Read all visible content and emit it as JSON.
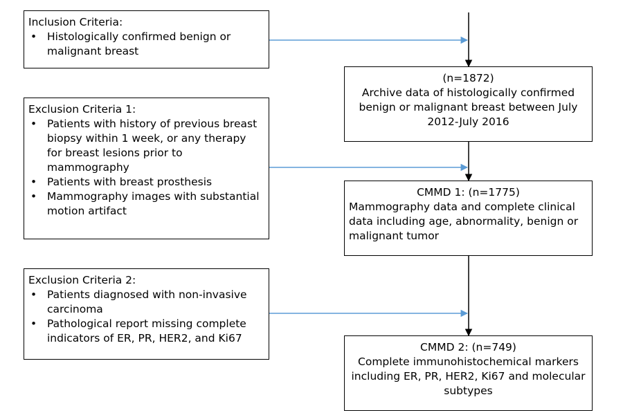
{
  "inclusion": {
    "heading": "Inclusion Criteria:",
    "items": [
      "Histologically confirmed benign or malignant breast"
    ]
  },
  "exclusion1": {
    "heading": "Exclusion Criteria 1:",
    "items": [
      "Patients with history of previous breast biopsy within 1 week, or any therapy for breast lesions prior to mammography",
      "Patients with breast prosthesis",
      "Mammography images with substantial motion artifact"
    ]
  },
  "exclusion2": {
    "heading": "Exclusion Criteria 2:",
    "items": [
      "Patients diagnosed with non-invasive carcinoma",
      "Pathological report missing complete indicators of ER, PR, HER2, and Ki67"
    ]
  },
  "archive": {
    "count": "(n=1872)",
    "description": "Archive data of histologically confirmed benign or malignant breast between July 2012-July 2016"
  },
  "cmmd1": {
    "title": "CMMD 1:   (n=1775)",
    "description": "Mammography data and complete clinical data including age, abnormality, benign or malignant tumor"
  },
  "cmmd2": {
    "title": "CMMD 2:   (n=749)",
    "description": "Complete immunohistochemical markers including ER, PR, HER2, Ki67 and molecular subtypes"
  },
  "colors": {
    "box_border": "#000000",
    "arrow_blue": "#5b9bd5",
    "arrow_black": "#000000"
  }
}
